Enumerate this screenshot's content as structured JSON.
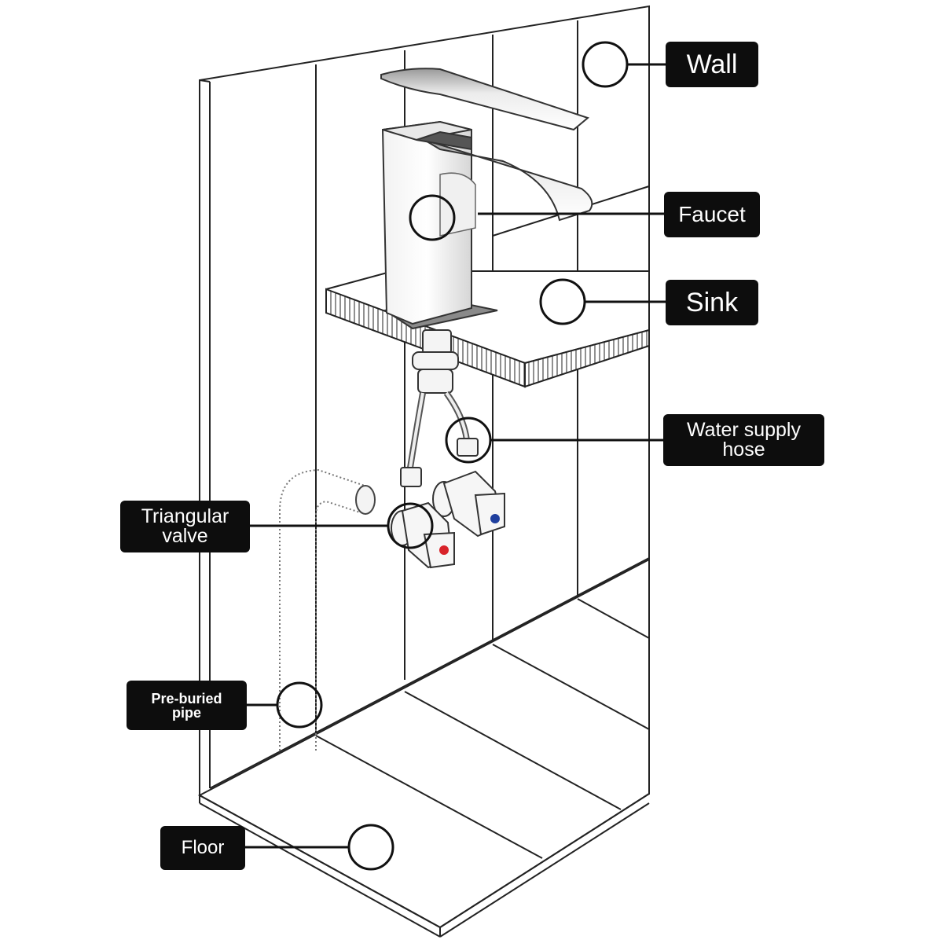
{
  "labels": {
    "wall": "Wall",
    "faucet": "Faucet",
    "sink": "Sink",
    "water_supply_hose_line1": "Water supply",
    "water_supply_hose_line2": "hose",
    "triangular_valve_line1": "Triangular",
    "triangular_valve_line2": "valve",
    "pre_buried_pipe_line1": "Pre-buried",
    "pre_buried_pipe_line2": "pipe",
    "floor": "Floor"
  },
  "colors": {
    "label_background": "#0d0d0d",
    "label_text": "#ffffff",
    "line": "#111111",
    "hot_indicator": "#d8232a",
    "cold_indicator": "#1f3f9e"
  }
}
